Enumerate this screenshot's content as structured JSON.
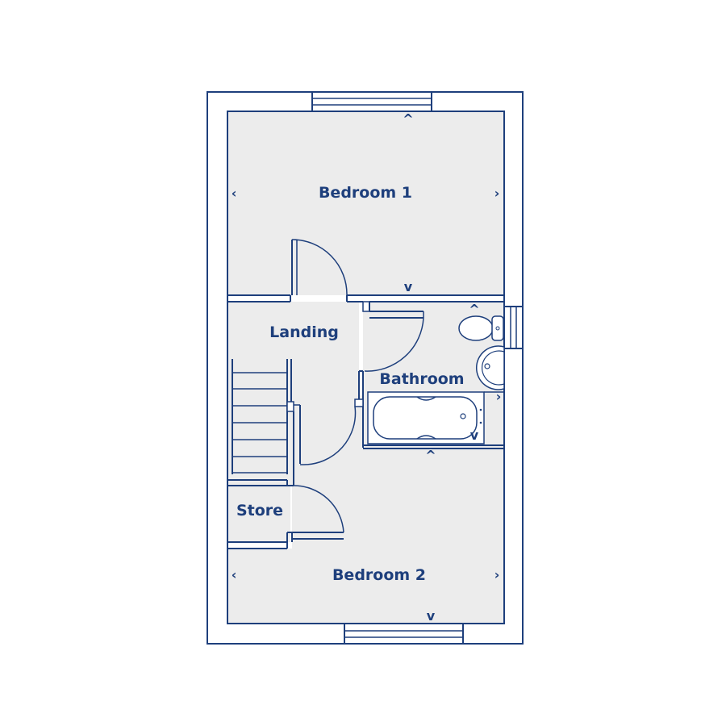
{
  "rooms": {
    "bedroom1": "Bedroom 1",
    "landing": "Landing",
    "bathroom": "Bathroom",
    "store": "Store",
    "bedroom2": "Bedroom 2"
  },
  "colors": {
    "line": "#1e3f7c",
    "floor": "#ececec",
    "background": "#ffffff"
  }
}
